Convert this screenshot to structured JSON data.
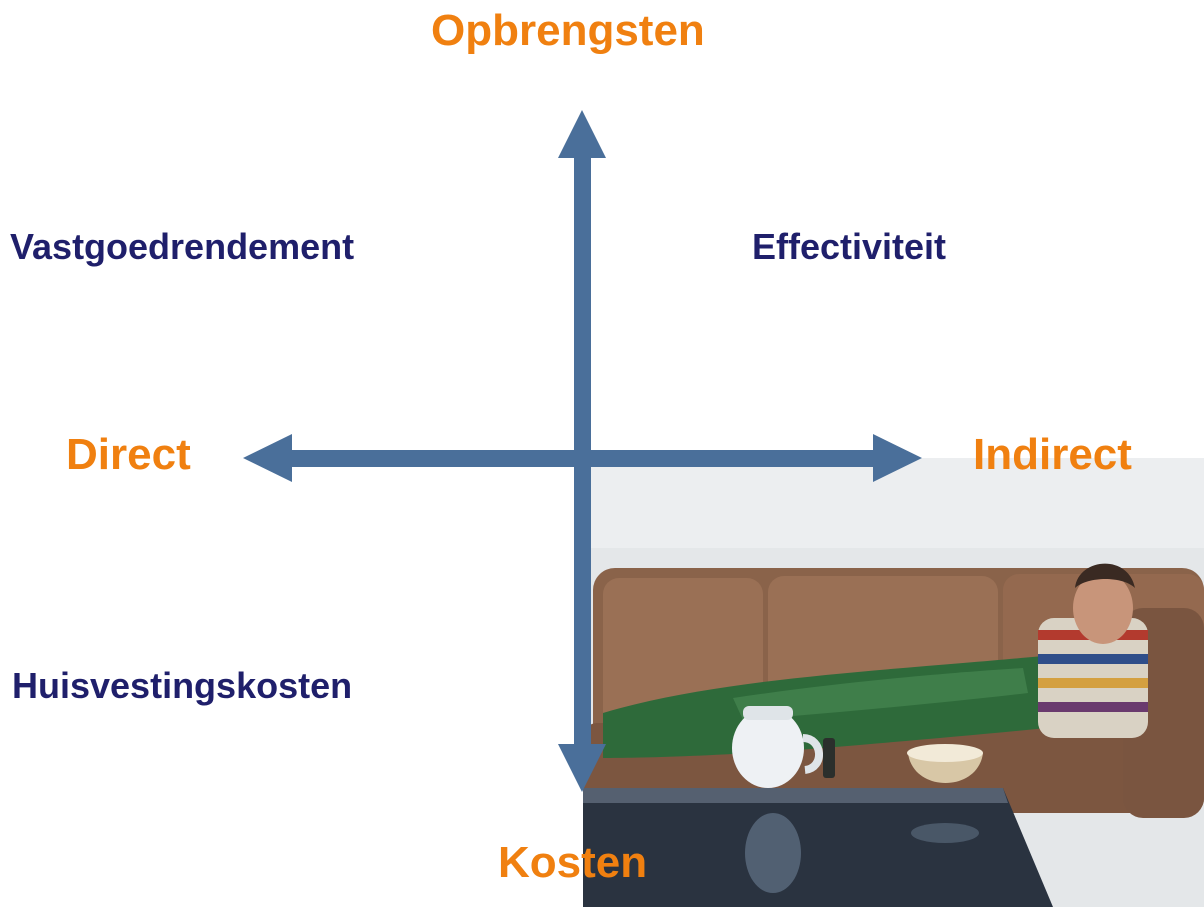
{
  "axis_labels": {
    "top": "Opbrengsten",
    "bottom": "Kosten",
    "left": "Direct",
    "right": "Indirect"
  },
  "quadrant_labels": {
    "top_left": "Vastgoedrendement",
    "top_right": "Effectiviteit",
    "bottom_left": "Huisvestingskosten"
  },
  "colors": {
    "axis": "#4a6f9a",
    "axis_label": "#f08010",
    "quadrant_label": "#1f1f6b"
  }
}
